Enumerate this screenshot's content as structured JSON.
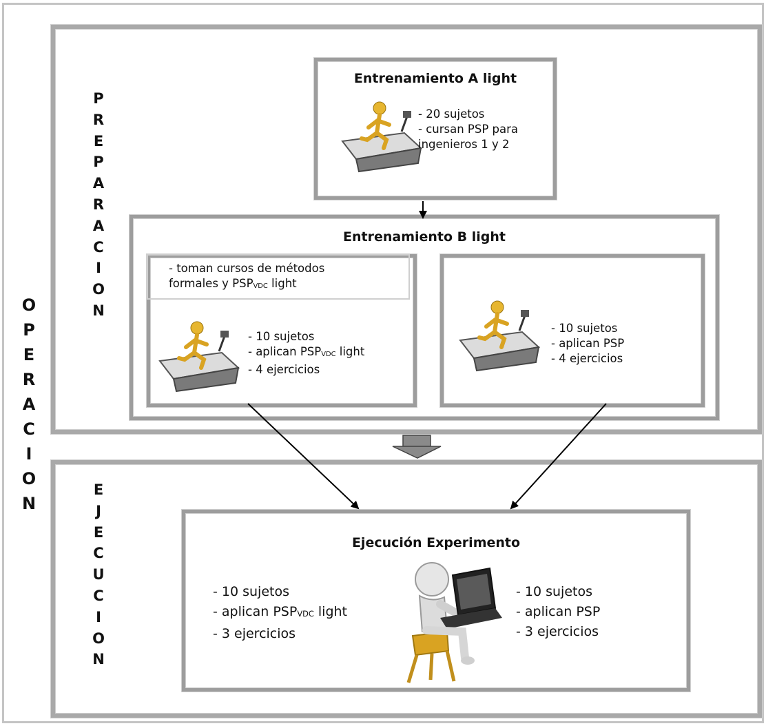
{
  "labels": {
    "operacion": [
      "O",
      "P",
      "E",
      "R",
      "A",
      "C",
      "I",
      "O",
      "N"
    ],
    "preparacion": [
      "P",
      "R",
      "E",
      "P",
      "A",
      "R",
      "A",
      "C",
      "I",
      "O",
      "N"
    ],
    "ejecucion": [
      "E",
      "J",
      "E",
      "C",
      "U",
      "C",
      "I",
      "O",
      "N"
    ]
  },
  "box_a": {
    "title": "Entrenamiento A light",
    "lines": [
      "- 20 sujetos",
      "- cursan PSP para",
      "ingenieros 1 y 2"
    ]
  },
  "box_b": {
    "title": "Entrenamiento B light",
    "left": {
      "header_line1": "- toman cursos de métodos",
      "header_line2_prefix": "formales y PSP",
      "header_line2_sub": "VDC",
      "header_line2_suffix": " light",
      "line1": "- 10 sujetos",
      "line2_prefix": "- aplican PSP",
      "line2_sub": "VDC",
      "line2_suffix": " light",
      "line3": "- 4 ejercicios"
    },
    "right": {
      "lines": [
        "- 10 sujetos",
        "- aplican PSP",
        "- 4 ejercicios"
      ]
    }
  },
  "box_exec": {
    "title": "Ejecución Experimento",
    "left": {
      "line1": "- 10 sujetos",
      "line2_prefix": "- aplican PSP",
      "line2_sub": "VDC",
      "line2_suffix": " light",
      "line3": "- 3 ejercicios"
    },
    "right": {
      "lines": [
        "- 10 sujetos",
        "- aplican PSP",
        "- 3 ejercicios"
      ]
    }
  },
  "icons": [
    "treadmill-runner-icon",
    "person-at-laptop-icon"
  ]
}
